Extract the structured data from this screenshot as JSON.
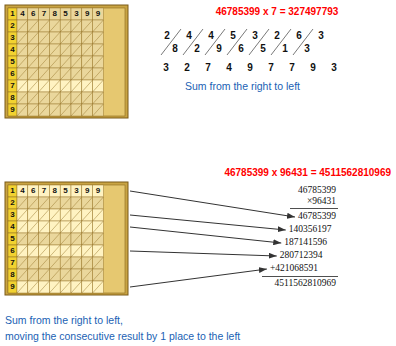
{
  "diagram": {
    "labels": [
      "46785399 x 7 = 327497793",
      "4",
      "6",
      "7",
      "8",
      "5",
      "3",
      "9",
      "9",
      "1",
      "2",
      "3",
      "4",
      "5",
      "6",
      "7",
      "8",
      "9",
      "2",
      "8",
      "4",
      "2",
      "4",
      "9",
      "5",
      "6",
      "3",
      "5",
      "2",
      "1",
      "6",
      "3",
      "3",
      "3",
      "2",
      "7",
      "4",
      "9",
      "7",
      "7",
      "9",
      "3",
      "Sum from the right to left",
      "46785399 x 96431 = 4511562810969",
      "4",
      "6",
      "7",
      "8",
      "5",
      "3",
      "9",
      "9",
      "1",
      "2",
      "3",
      "4",
      "5",
      "6",
      "7",
      "8",
      "9",
      "46785399",
      "×96431",
      "46785399",
      "140356197",
      "187141596",
      "280712394",
      "+421068591",
      "4511562810969",
      "Sum from the right to left,",
      "moving the consecutive result by 1 place to the left"
    ]
  }
}
